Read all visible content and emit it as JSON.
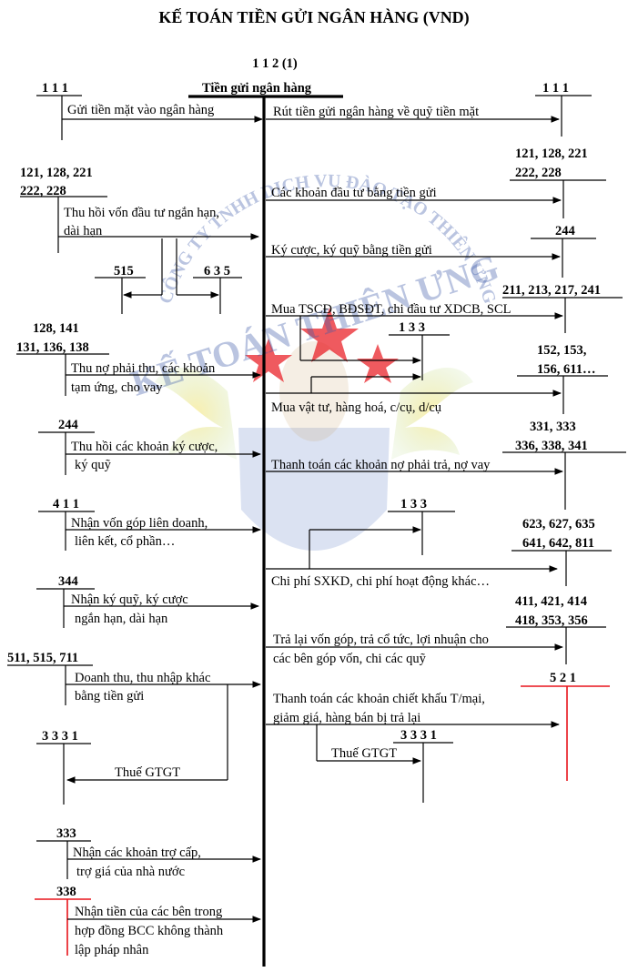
{
  "title": "KẾ TOÁN TIỀN GỬI NGÂN HÀNG (VND)",
  "main_account": {
    "code": "1 1 2 (1)",
    "name": "Tiền gửi ngân hàng"
  },
  "watermark": {
    "company": "CÔNG TY TNHH DỊCH VỤ ĐÀO TẠO THIÊN ƯNG",
    "brand": "KẾ TOÁN THIÊN ƯNG",
    "star_color": "#e8141b",
    "brand_color": "#3b5aa8"
  },
  "left": {
    "a111": {
      "code": "1 1 1",
      "text": "Gửi tiền mặt vào ngân hàng"
    },
    "invest": {
      "code1": "121, 128, 221",
      "code2": "222, 228",
      "line1": "Thu hồi vốn đầu tư ngắn hạn,",
      "line2": "dài hạn",
      "acc515": "515",
      "acc635": "6 3 5"
    },
    "receivable": {
      "code1": "128, 141",
      "code2": "131, 136, 138",
      "line1": "Thu nợ phải thu, các khoản",
      "line2": "tạm ứng, cho vay"
    },
    "deposit244": {
      "code": "244",
      "line1": "Thu hồi các khoản ký cược,",
      "line2": "ký quỹ"
    },
    "capital411": {
      "code": "4 1 1",
      "line1": "Nhận vốn góp liên doanh,",
      "line2": "liên kết, cổ phần…"
    },
    "deposit344": {
      "code": "344",
      "line1": "Nhận ký quỹ, ký cược",
      "line2": "ngắn hạn, dài hạn"
    },
    "revenue": {
      "code": "511, 515, 711",
      "line1": "Doanh thu, thu nhập khác",
      "line2": "bằng tiền gửi"
    },
    "vat3331": {
      "code": "3 3 3 1",
      "label": "Thuế GTGT"
    },
    "subsidy333": {
      "code": "333",
      "line1": "Nhận các khoản trợ cấp,",
      "line2": "trợ giá của nhà nước"
    },
    "bcc338": {
      "code": "338",
      "line1": "Nhận tiền của các bên trong",
      "line2": "hợp đồng BCC không thành",
      "line3": "lập pháp nhân"
    }
  },
  "right": {
    "r111": {
      "code": "1 1 1",
      "text": "Rút tiền gửi ngân hàng về quỹ tiền mặt"
    },
    "r121": {
      "code1": "121, 128, 221",
      "code2": "222, 228",
      "text": "Các khoản đầu tư bằng tiền gửi"
    },
    "r244": {
      "code": "244",
      "text": "Ký cược, ký quỹ bằng tiền gửi"
    },
    "r211": {
      "code": "211, 213, 217, 241",
      "text": "Mua TSCĐ, BĐSĐT, chi đầu tư XDCB, SCL",
      "vat": "1 3 3"
    },
    "r152": {
      "code1": "152, 153,",
      "code2": "156, 611…",
      "text": "Mua vật tư, hàng hoá, c/cụ, d/cụ"
    },
    "r331": {
      "code1": "331, 333",
      "code2": "336, 338, 341",
      "text": "Thanh toán các khoản nợ phải trả, nợ vay"
    },
    "r623": {
      "code1": "623, 627, 635",
      "code2": "641, 642, 811",
      "text": "Chi phí SXKD, chi phí hoạt động khác…",
      "vat": "1 3 3"
    },
    "r411": {
      "code1": "411, 421, 414",
      "code2": "418, 353, 356",
      "line1": "Trả lại vốn góp, trả cổ tức, lợi nhuận cho",
      "line2": "các bên góp vốn, chi các quỹ"
    },
    "r521": {
      "code": "5 2 1",
      "line1": "Thanh toán các khoản chiết khấu T/mại,",
      "line2": "giảm giá, hàng bán bị trả lại",
      "vat_code": "3 3 3 1",
      "vat_label": "Thuế GTGT"
    }
  }
}
